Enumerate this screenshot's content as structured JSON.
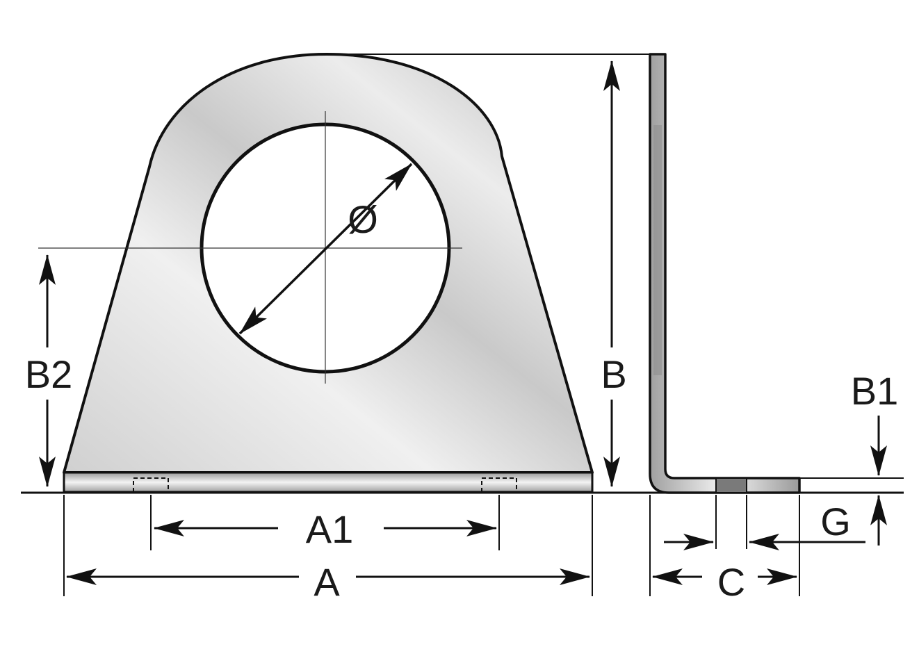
{
  "labels": {
    "diameter": "Ø",
    "a": "A",
    "a1": "A1",
    "b": "B",
    "b1": "B1",
    "b2": "B2",
    "c": "C",
    "g": "G"
  },
  "colors": {
    "line": "#111111",
    "metal_light": "#f2f2f2",
    "metal_mid": "#c8c8c8",
    "metal_dark": "#9a9a9a"
  }
}
